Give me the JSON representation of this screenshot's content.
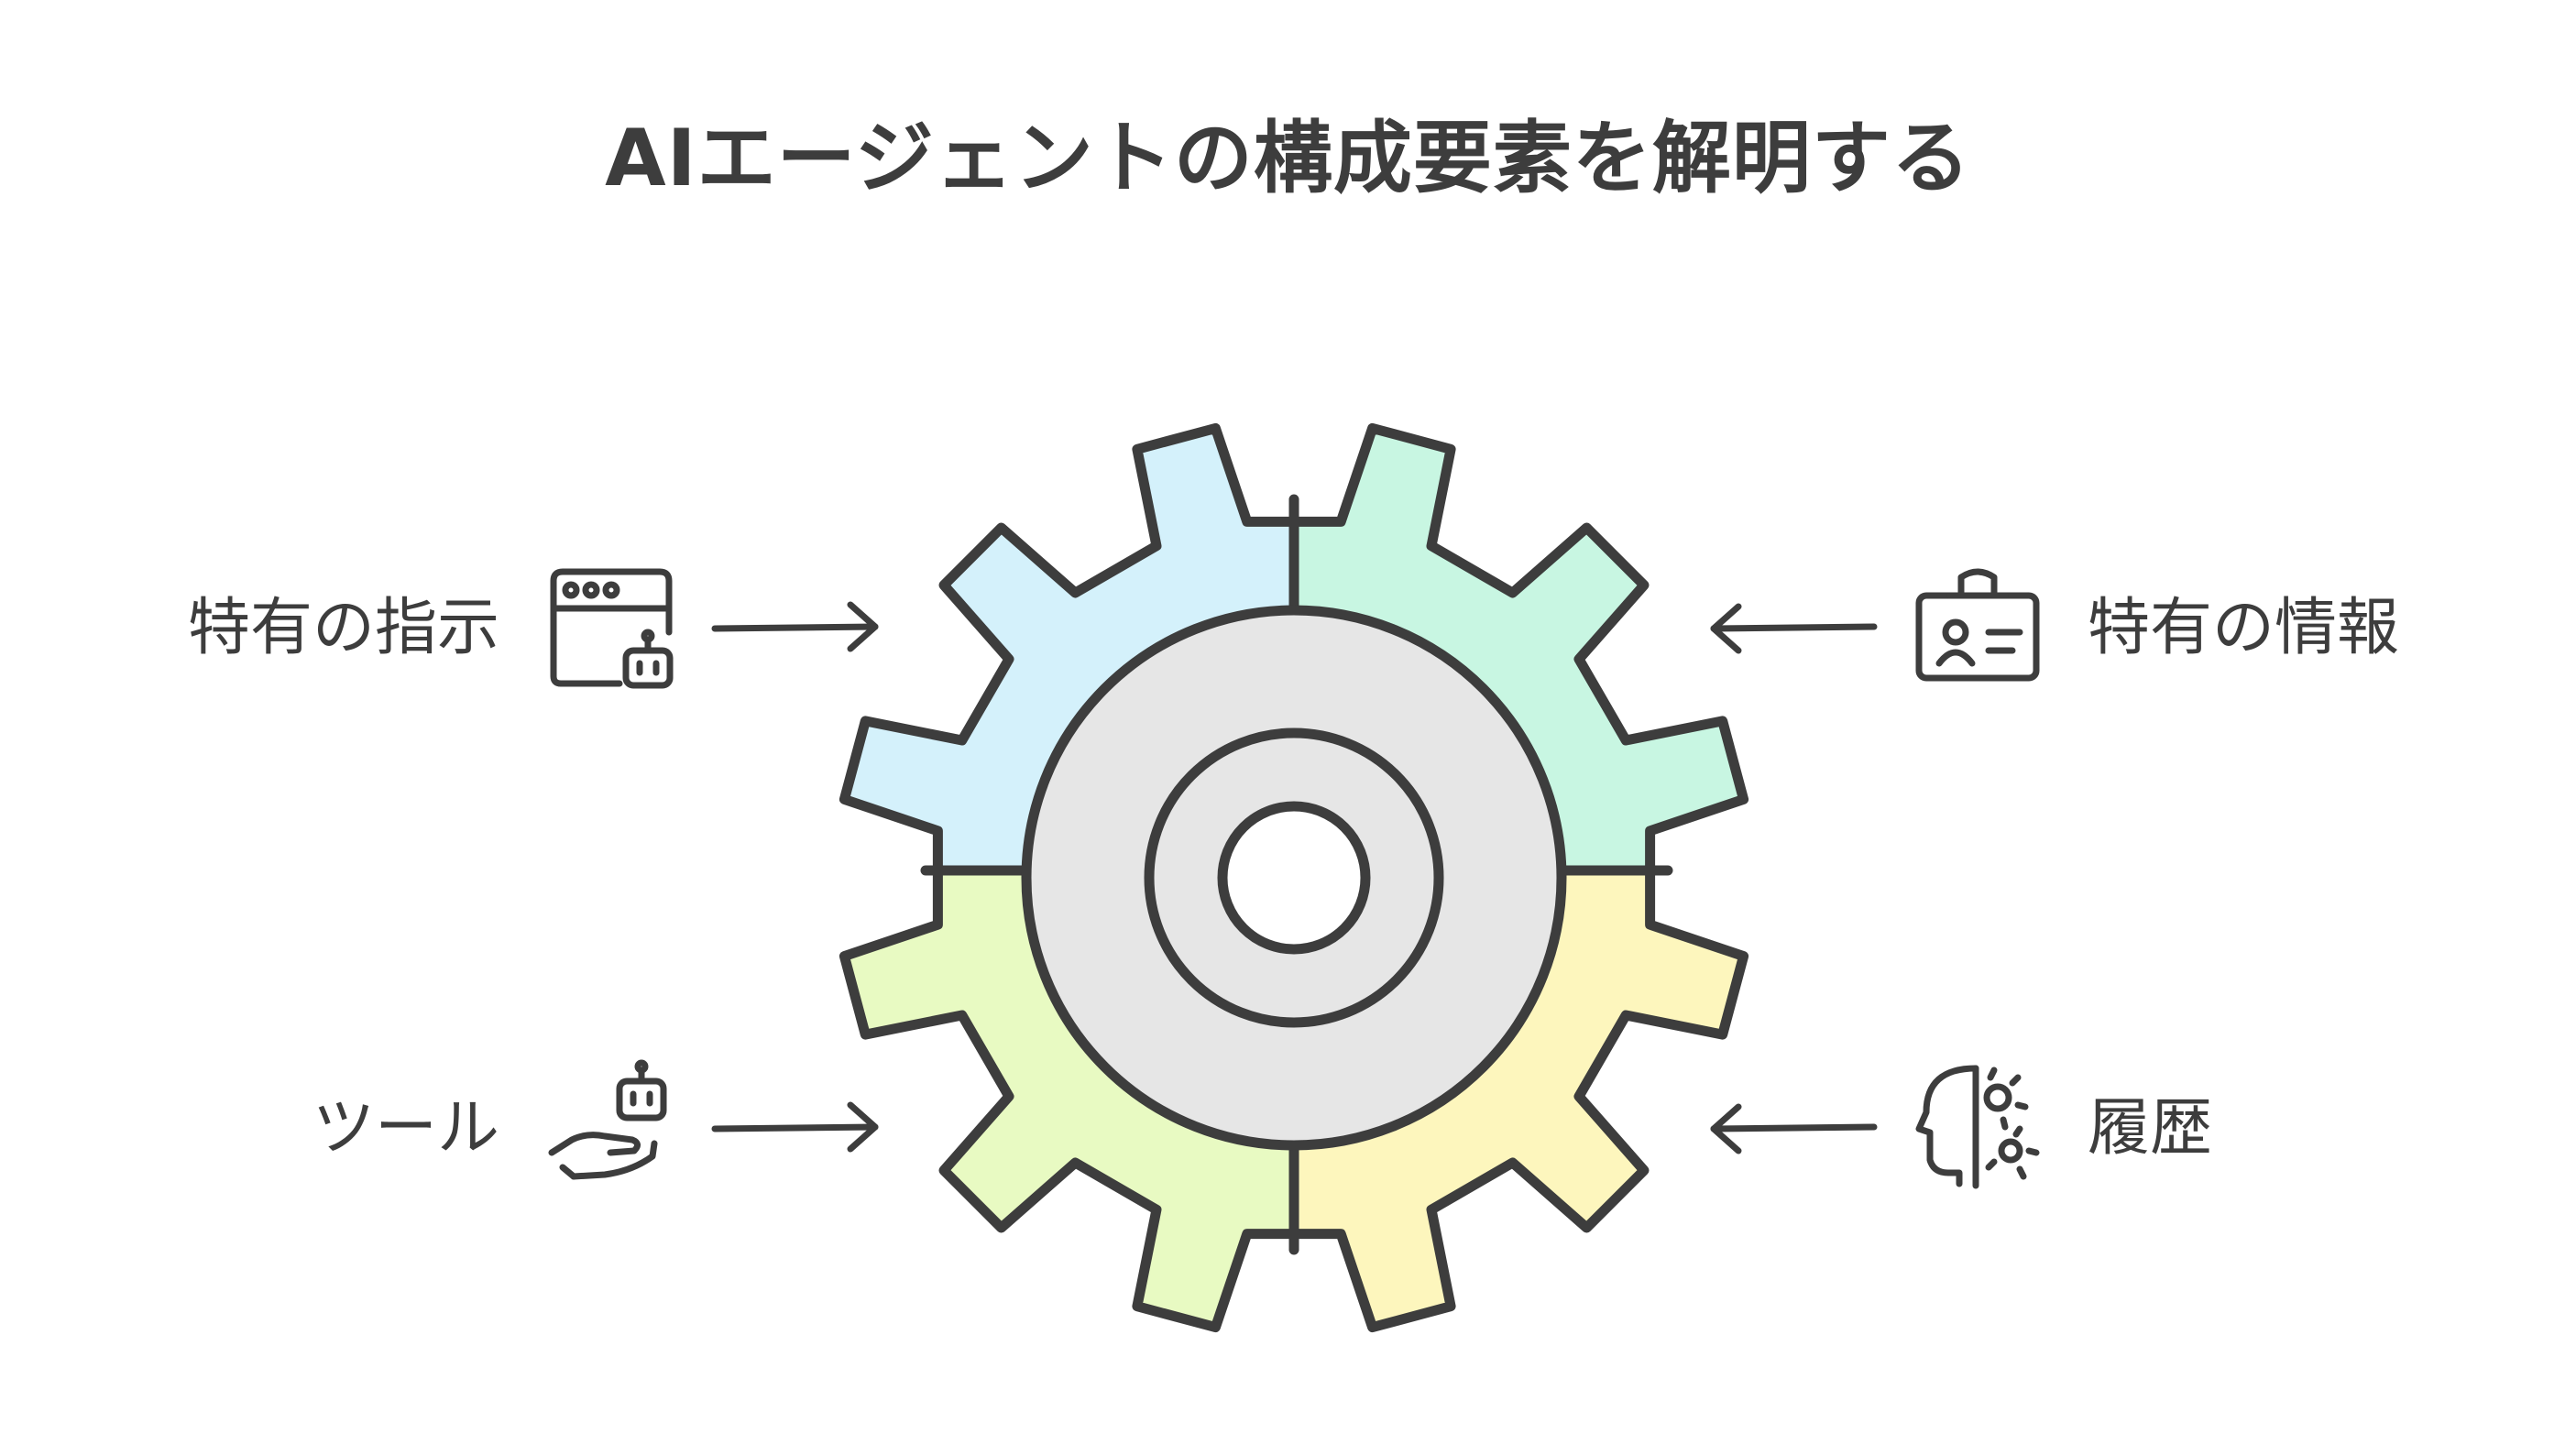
{
  "title": "AIエージェントの構成要素を解明する",
  "components": [
    {
      "label": "特有の指示",
      "icon": "browser-window-robot-icon",
      "side": "left",
      "color": "#d4f1fb"
    },
    {
      "label": "特有の情報",
      "icon": "id-badge-icon",
      "side": "right",
      "color": "#c8f6e2"
    },
    {
      "label": "ツール",
      "icon": "hand-holding-robot-icon",
      "side": "left",
      "color": "#e8fac2"
    },
    {
      "label": "履歴",
      "icon": "head-with-gears-icon",
      "side": "right",
      "color": "#fdf6bd"
    }
  ],
  "colors": {
    "stroke": "#3d3d3d",
    "hub": "#e6e6e6"
  }
}
